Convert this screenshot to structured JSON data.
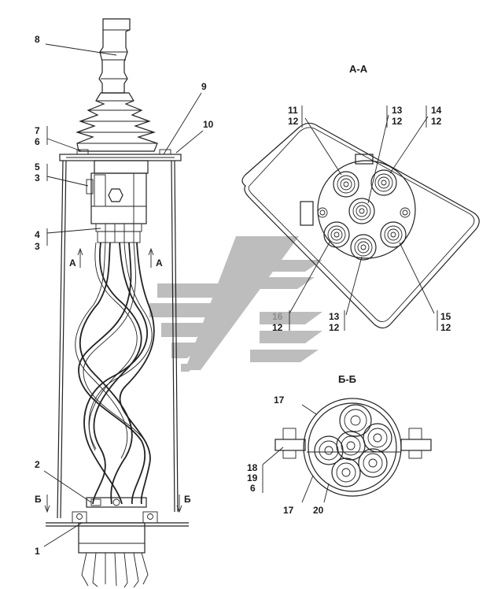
{
  "section_titles": {
    "aa": "А-А",
    "bb": "Б-Б"
  },
  "left_labels": {
    "l8": "8",
    "l9": "9",
    "l10": "10",
    "l7": "7",
    "l6": "6",
    "l5": "5",
    "l3a": "3",
    "l4": "4",
    "l3b": "3",
    "l2": "2",
    "l1": "1",
    "arrow_a_left": "А",
    "arrow_a_right": "А",
    "arrow_b_left": "Б",
    "arrow_b_right": "Б"
  },
  "aa_labels": {
    "a11": "11",
    "a11b": "12",
    "a13": "13",
    "a13b": "12",
    "a14": "14",
    "a14b": "12",
    "a16": "16",
    "a16b": "12",
    "a13c": "13",
    "a13d": "12",
    "a15": "15",
    "a15b": "12"
  },
  "bb_labels": {
    "b17a": "17",
    "b18": "18",
    "b19": "19",
    "b6": "6",
    "b17b": "17",
    "b20": "20"
  },
  "colors": {
    "line": "#222222",
    "watermark": "#9a9a9a"
  }
}
